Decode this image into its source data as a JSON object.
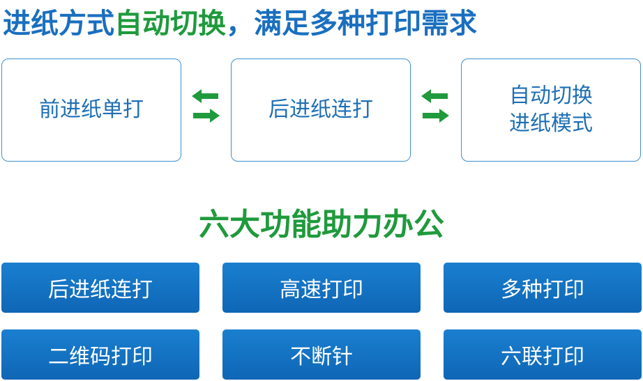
{
  "headline": {
    "part_blue_1": "进纸方式",
    "part_green": "自动切换",
    "part_blue_2": "，满足多种打印需求"
  },
  "modes": [
    {
      "lines": [
        "前进纸单打"
      ]
    },
    {
      "lines": [
        "后进纸连打"
      ]
    },
    {
      "lines": [
        "自动切换",
        "进纸模式"
      ]
    }
  ],
  "arrows": {
    "icon": "swap-arrows-icon",
    "color": "#1f9a3c"
  },
  "section_title": "六大功能助力办公",
  "features": [
    "后进纸连打",
    "高速打印",
    "多种打印",
    "二维码打印",
    "不断针",
    "六联打印"
  ],
  "colors": {
    "blue": "#1a6fbf",
    "green": "#1f9a3c",
    "button_blue": "#1274c4"
  }
}
